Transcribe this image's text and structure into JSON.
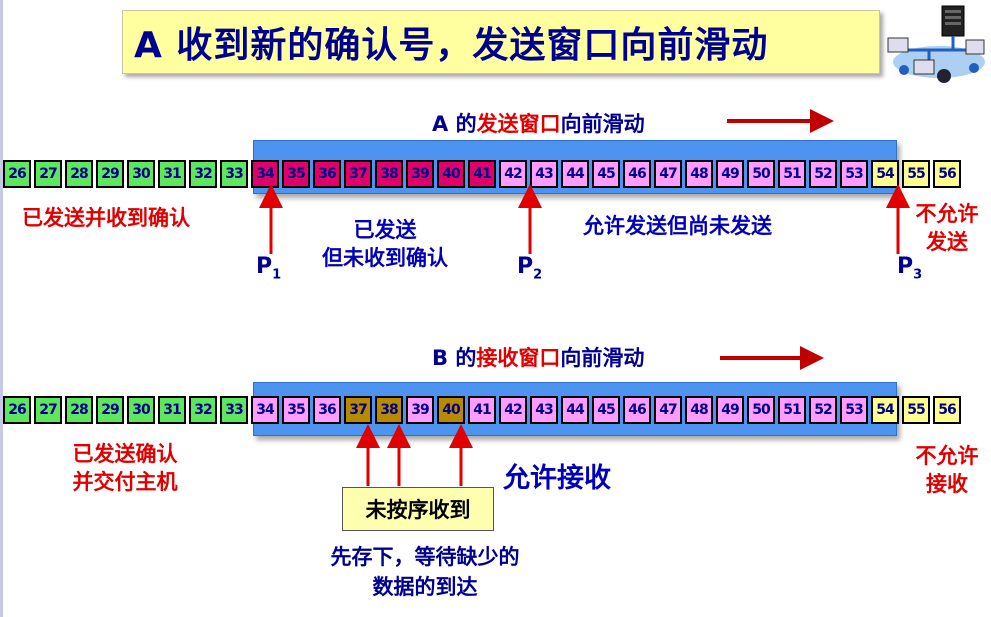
{
  "title": "A 收到新的确认号，发送窗口向前滑动",
  "colors": {
    "acked": "#5ee65e",
    "sent_unacked": "#e0006a",
    "allowed": "#ff9cff",
    "not_allowed": "#ffff90",
    "out_of_order": "#b88a00",
    "window_bar": "#4c94f0",
    "arrow": "#e00000"
  },
  "send": {
    "heading_prefix": "A 的",
    "heading_highlight": "发送窗口",
    "heading_suffix": "向前滑动",
    "label_acked": "已发送并收到确认",
    "label_sent_line1": "已发送",
    "label_sent_line2": "但未收到确认",
    "label_allowed": "允许发送但尚未发送",
    "label_not_allowed_line1": "不允许",
    "label_not_allowed_line2": "发送",
    "p1": "P",
    "p1_sub": "1",
    "p2": "P",
    "p2_sub": "2",
    "p3": "P",
    "p3_sub": "3",
    "cells": [
      {
        "n": "26",
        "s": "green"
      },
      {
        "n": "27",
        "s": "green"
      },
      {
        "n": "28",
        "s": "green"
      },
      {
        "n": "29",
        "s": "green"
      },
      {
        "n": "30",
        "s": "green"
      },
      {
        "n": "31",
        "s": "green"
      },
      {
        "n": "32",
        "s": "green"
      },
      {
        "n": "33",
        "s": "green"
      },
      {
        "n": "34",
        "s": "red"
      },
      {
        "n": "35",
        "s": "red"
      },
      {
        "n": "36",
        "s": "red"
      },
      {
        "n": "37",
        "s": "red"
      },
      {
        "n": "38",
        "s": "red"
      },
      {
        "n": "39",
        "s": "red"
      },
      {
        "n": "40",
        "s": "red"
      },
      {
        "n": "41",
        "s": "red"
      },
      {
        "n": "42",
        "s": "pink"
      },
      {
        "n": "43",
        "s": "pink"
      },
      {
        "n": "44",
        "s": "pink"
      },
      {
        "n": "45",
        "s": "pink"
      },
      {
        "n": "46",
        "s": "pink"
      },
      {
        "n": "47",
        "s": "pink"
      },
      {
        "n": "48",
        "s": "pink"
      },
      {
        "n": "49",
        "s": "pink"
      },
      {
        "n": "50",
        "s": "pink"
      },
      {
        "n": "51",
        "s": "pink"
      },
      {
        "n": "52",
        "s": "pink"
      },
      {
        "n": "53",
        "s": "pink"
      },
      {
        "n": "54",
        "s": "yellow"
      },
      {
        "n": "55",
        "s": "yellow"
      },
      {
        "n": "56",
        "s": "yellow"
      }
    ]
  },
  "recv": {
    "heading_prefix": "B 的",
    "heading_highlight": "接收窗口",
    "heading_suffix": "向前滑动",
    "label_acked_line1": "已发送确认",
    "label_acked_line2": "并交付主机",
    "label_allowed": "允许接收",
    "label_not_allowed_line1": "不允许",
    "label_not_allowed_line2": "接收",
    "note_box": "未按序收到",
    "note_line1": "先存下，等待缺少的",
    "note_line2": "数据的到达",
    "cells": [
      {
        "n": "26",
        "s": "green"
      },
      {
        "n": "27",
        "s": "green"
      },
      {
        "n": "28",
        "s": "green"
      },
      {
        "n": "29",
        "s": "green"
      },
      {
        "n": "30",
        "s": "green"
      },
      {
        "n": "31",
        "s": "green"
      },
      {
        "n": "32",
        "s": "green"
      },
      {
        "n": "33",
        "s": "green"
      },
      {
        "n": "34",
        "s": "pink"
      },
      {
        "n": "35",
        "s": "pink"
      },
      {
        "n": "36",
        "s": "pink"
      },
      {
        "n": "37",
        "s": "brown"
      },
      {
        "n": "38",
        "s": "brown"
      },
      {
        "n": "39",
        "s": "pink"
      },
      {
        "n": "40",
        "s": "brown"
      },
      {
        "n": "41",
        "s": "pink"
      },
      {
        "n": "42",
        "s": "pink"
      },
      {
        "n": "43",
        "s": "pink"
      },
      {
        "n": "44",
        "s": "pink"
      },
      {
        "n": "45",
        "s": "pink"
      },
      {
        "n": "46",
        "s": "pink"
      },
      {
        "n": "47",
        "s": "pink"
      },
      {
        "n": "48",
        "s": "pink"
      },
      {
        "n": "49",
        "s": "pink"
      },
      {
        "n": "50",
        "s": "pink"
      },
      {
        "n": "51",
        "s": "pink"
      },
      {
        "n": "52",
        "s": "pink"
      },
      {
        "n": "53",
        "s": "pink"
      },
      {
        "n": "54",
        "s": "yellow"
      },
      {
        "n": "55",
        "s": "yellow"
      },
      {
        "n": "56",
        "s": "yellow"
      }
    ]
  }
}
